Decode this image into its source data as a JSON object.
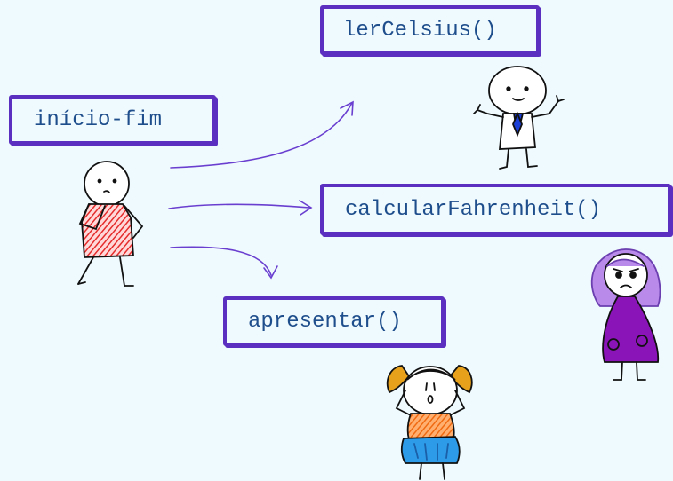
{
  "diagram": {
    "nodes": [
      {
        "id": "inicio",
        "label": "início-fim"
      },
      {
        "id": "ler",
        "label": "lerCelsius()"
      },
      {
        "id": "calc",
        "label": "calcularFahrenheit()"
      },
      {
        "id": "apr",
        "label": "apresentar()"
      }
    ],
    "edges": [
      {
        "from": "inicio",
        "to": "ler"
      },
      {
        "from": "inicio",
        "to": "calc"
      },
      {
        "from": "inicio",
        "to": "apr"
      }
    ]
  },
  "colors": {
    "background": "#effafe",
    "box_border": "#5b2fbf",
    "box_text": "#1f4e8c",
    "arrow": "#6a3fd0"
  },
  "characters": [
    {
      "name": "thinking-person-icon"
    },
    {
      "name": "shrugging-man-icon"
    },
    {
      "name": "sad-woman-icon"
    },
    {
      "name": "stressed-girl-icon"
    }
  ]
}
